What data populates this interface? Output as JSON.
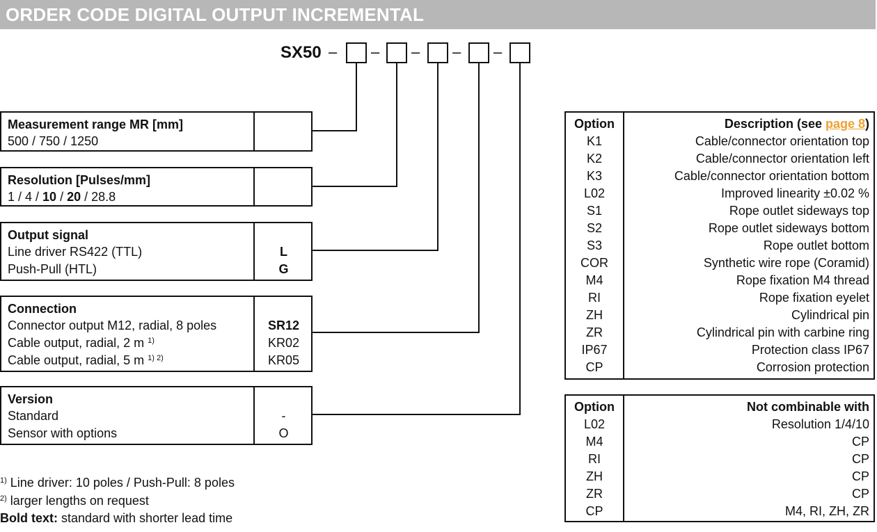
{
  "header": {
    "title": "ORDER CODE DIGITAL OUTPUT INCREMENTAL"
  },
  "order_code": {
    "prefix": "SX50",
    "separator": "–"
  },
  "boxes": {
    "measurement": {
      "title": "Measurement range MR [mm]",
      "values": "500 / 750 / 1250"
    },
    "resolution": {
      "title": "Resolution [Pulses/mm]",
      "v1": "1 / 4 / ",
      "v2": "10",
      "v3": " / ",
      "v4": "20",
      "v5": " / 28.8"
    },
    "output": {
      "title": "Output signal",
      "rows": [
        {
          "label": "Line driver RS422 (TTL)",
          "code": "L"
        },
        {
          "label": "Push-Pull (HTL)",
          "code": "G"
        }
      ]
    },
    "connection": {
      "title": "Connection",
      "rows": [
        {
          "label": "Connector output M12, radial, 8 poles",
          "sup": "",
          "code": "SR12"
        },
        {
          "label": "Cable output, radial, 2 m ",
          "sup": "1)",
          "code": "KR02"
        },
        {
          "label": "Cable output, radial, 5 m ",
          "sup": "1) 2)",
          "code": "KR05"
        }
      ]
    },
    "version": {
      "title": "Version",
      "rows": [
        {
          "label": "Standard",
          "code": "-"
        },
        {
          "label": "Sensor with options",
          "code": "O"
        }
      ]
    }
  },
  "options_table": {
    "header_option": "Option",
    "header_desc_prefix": "Description (see ",
    "header_link": "page 8",
    "header_desc_suffix": ")",
    "rows": [
      {
        "option": "K1",
        "desc": "Cable/connector orientation top"
      },
      {
        "option": "K2",
        "desc": "Cable/connector orientation left"
      },
      {
        "option": "K3",
        "desc": "Cable/connector orientation bottom"
      },
      {
        "option": "L02",
        "desc": "Improved linearity ±0.02 %"
      },
      {
        "option": "S1",
        "desc": "Rope outlet sideways top"
      },
      {
        "option": "S2",
        "desc": "Rope outlet sideways bottom"
      },
      {
        "option": "S3",
        "desc": "Rope outlet bottom"
      },
      {
        "option": "COR",
        "desc": "Synthetic wire rope (Coramid)"
      },
      {
        "option": "M4",
        "desc": "Rope fixation M4 thread"
      },
      {
        "option": "RI",
        "desc": "Rope fixation eyelet"
      },
      {
        "option": "ZH",
        "desc": "Cylindrical pin"
      },
      {
        "option": "ZR",
        "desc": "Cylindrical pin with carbine ring"
      },
      {
        "option": "IP67",
        "desc": "Protection class IP67"
      },
      {
        "option": "CP",
        "desc": "Corrosion protection"
      }
    ]
  },
  "combo_table": {
    "header_option": "Option",
    "header_desc": "Not combinable with",
    "rows": [
      {
        "option": "L02",
        "desc": "Resolution 1/4/10"
      },
      {
        "option": "M4",
        "desc": "CP"
      },
      {
        "option": "RI",
        "desc": "CP"
      },
      {
        "option": "ZH",
        "desc": "CP"
      },
      {
        "option": "ZR",
        "desc": "CP"
      },
      {
        "option": "CP",
        "desc": "M4, RI, ZH, ZR"
      }
    ]
  },
  "footnotes": {
    "n1_sup": "1)",
    "n1_text": " Line driver: 10 poles / Push-Pull: 8 poles",
    "n2_sup": "2)",
    "n2_text": " larger lengths on request",
    "bold_label": "Bold text:",
    "bold_text": " standard with shorter lead time"
  },
  "colors": {
    "header_bg": "#b7b7b7",
    "link": "#f0a030"
  }
}
